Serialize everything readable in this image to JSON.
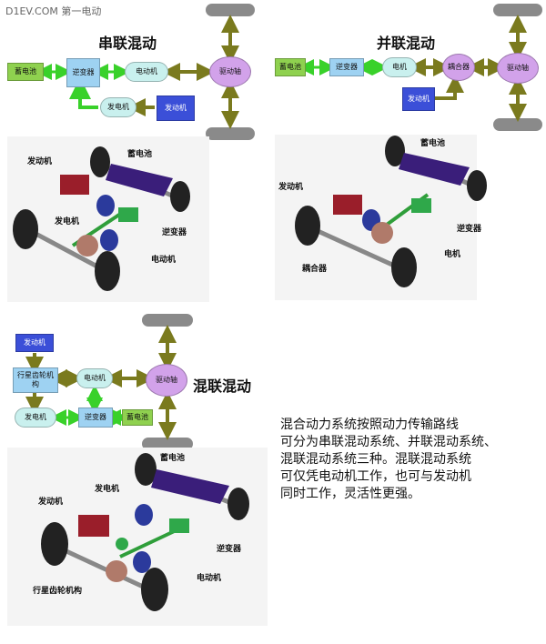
{
  "watermark": "D1EV.COM 第一电动",
  "series": {
    "title": "串联混动",
    "battery": "蓄电池",
    "inverter": "逆变器",
    "motor": "电动机",
    "generator": "发电机",
    "engine": "发动机",
    "axle": "驱动轴",
    "photo_labels": {
      "engine": "发动机",
      "battery": "蓄电池",
      "generator": "发电机",
      "inverter": "逆变器",
      "motor": "电动机"
    }
  },
  "parallel": {
    "title": "并联混动",
    "battery": "蓄电池",
    "inverter": "逆变器",
    "motor": "电机",
    "coupler": "耦合器",
    "engine": "发动机",
    "axle": "驱动轴",
    "photo_labels": {
      "battery": "蓄电池",
      "engine": "发动机",
      "inverter": "逆变器",
      "motor": "电机",
      "coupler": "耦合器"
    }
  },
  "hybrid": {
    "title": "混联混动",
    "engine": "发动机",
    "planetary": "行星齿轮机构",
    "motor": "电动机",
    "generator": "发电机",
    "inverter": "逆变器",
    "battery": "蓄电池",
    "axle": "驱动轴",
    "photo_labels": {
      "battery": "蓄电池",
      "generator": "发电机",
      "engine": "发动机",
      "inverter": "逆变器",
      "motor": "电动机",
      "planetary": "行星齿轮机构"
    }
  },
  "description": {
    "lines": [
      "混合动力系统按照动力传输路线",
      "可分为串联混动系统、并联混动系统、",
      "混联混动系统三种。混联混动系统",
      "可仅凭电动机工作，也可与发动机",
      "同时工作，灵活性更强。"
    ]
  },
  "colors": {
    "battery": "#8fd14f",
    "inverter": "#9ed2f2",
    "motor": "#c9f0ee",
    "engine": "#3b4fd8",
    "axle": "#d2a2ea",
    "green_arrow": "#39d12a",
    "olive_arrow": "#7a7a1e",
    "wheel_bar": "#8a8a8a"
  }
}
